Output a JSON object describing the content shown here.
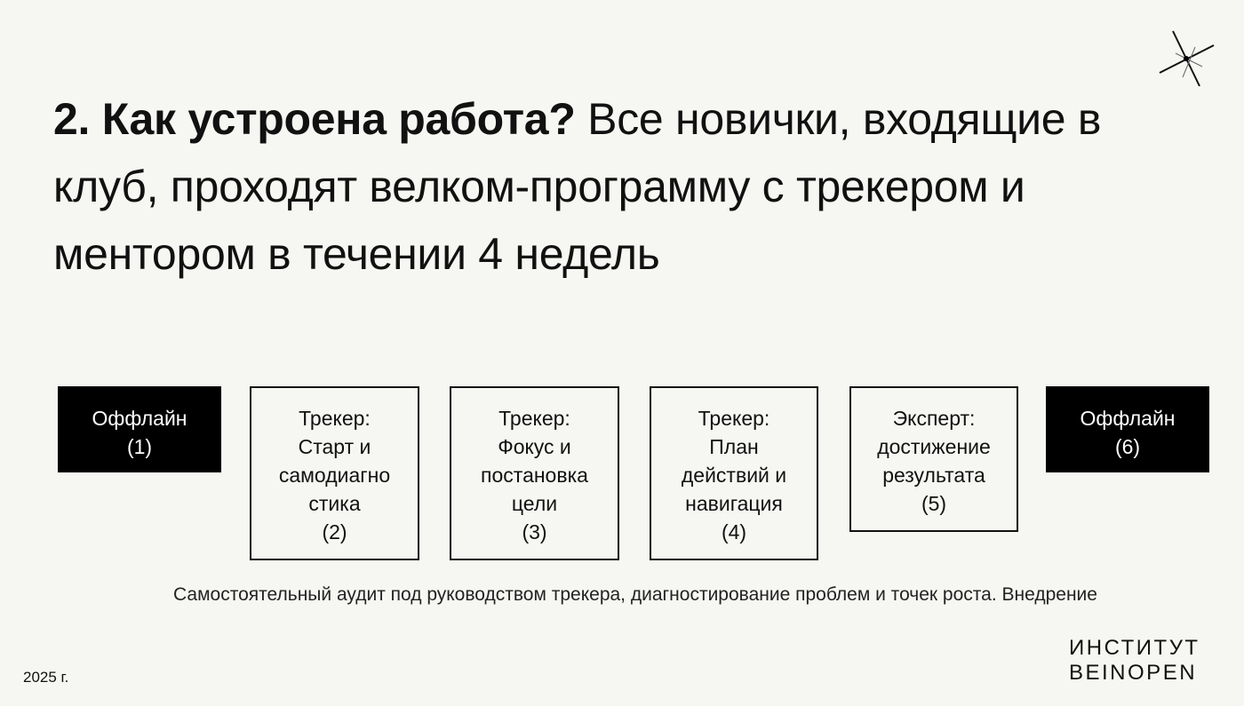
{
  "heading": {
    "bold": "2. Как устроена работа?",
    "regular": " Все новички, входящие в клуб, проходят велком-программу с трекером и ментором в течении 4 недель"
  },
  "steps": [
    {
      "lines": [
        "Оффлайн",
        "(1)"
      ],
      "style": "dark"
    },
    {
      "lines": [
        "Трекер:",
        "Старт и",
        "самодиагно",
        "стика",
        "(2)"
      ],
      "style": "outline"
    },
    {
      "lines": [
        "Трекер:",
        "Фокус и",
        "постановка",
        "цели",
        "(3)"
      ],
      "style": "outline"
    },
    {
      "lines": [
        "Трекер:",
        "План",
        "действий и",
        "навигация",
        "(4)"
      ],
      "style": "outline"
    },
    {
      "lines": [
        "Эксперт:",
        "достижение",
        "результата",
        "(5)"
      ],
      "style": "outline"
    },
    {
      "lines": [
        "Оффлайн",
        "(6)"
      ],
      "style": "dark"
    }
  ],
  "caption": "Самостоятельный аудит под руководством трекера, диагностирование проблем и точек роста. Внедрение",
  "footer": {
    "year": "2025 г.",
    "logo_line1": "ИНСТИТУТ",
    "logo_line2": "BEINOPEN"
  }
}
